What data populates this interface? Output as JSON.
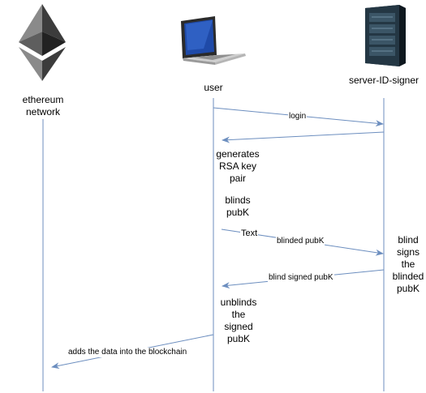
{
  "actors": {
    "ethereum": {
      "label": "ethereum\nnetwork",
      "icon": "ethereum-logo-icon"
    },
    "user": {
      "label": "user",
      "icon": "laptop-icon"
    },
    "signer": {
      "label": "server-ID-signer",
      "icon": "server-rack-icon"
    }
  },
  "messages": {
    "login": "login",
    "text": "Text",
    "blinded_pubk": "blinded pubK",
    "blind_signed_pubk": "blind signed pubK",
    "adds_data": "adds the data into the blockchain"
  },
  "notes": {
    "generates": "generates\nRSA key\npair",
    "blinds": "blinds\npubK",
    "blind_signs": "blind\nsigns\nthe\nblinded\npubK",
    "unblinds": "unblinds\nthe\nsigned\npubK"
  },
  "colors": {
    "line": "#6c8ebf",
    "lifeline": "#6c8ebf"
  }
}
